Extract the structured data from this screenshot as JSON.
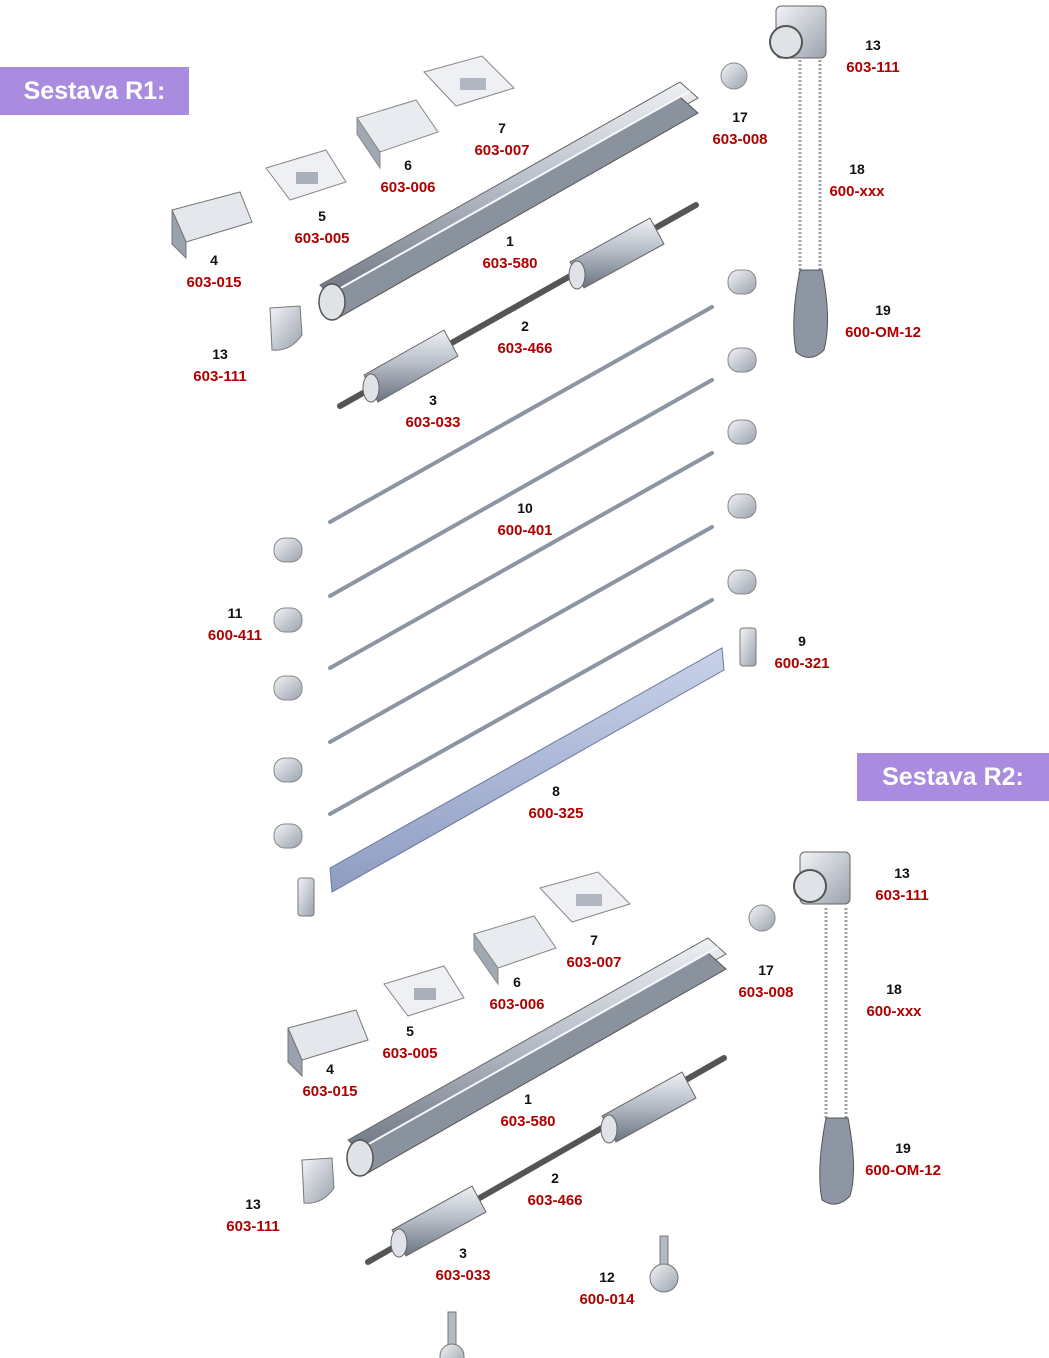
{
  "banners": {
    "r1": "Sestava R1:",
    "r2": "Sestava R2:"
  },
  "colors": {
    "banner": "#a98ce0",
    "code": "#b00000",
    "part": "#c9ced6",
    "part_dark": "#6e7682",
    "rail": "#aeb9d6"
  },
  "r1": {
    "p13a": {
      "num": "13",
      "code": "603-111"
    },
    "p17": {
      "num": "17",
      "code": "603-008"
    },
    "p18": {
      "num": "18",
      "code": "600-xxx"
    },
    "p19": {
      "num": "19",
      "code": "600-OM-12"
    },
    "p7": {
      "num": "7",
      "code": "603-007"
    },
    "p6": {
      "num": "6",
      "code": "603-006"
    },
    "p5": {
      "num": "5",
      "code": "603-005"
    },
    "p4": {
      "num": "4",
      "code": "603-015"
    },
    "p1": {
      "num": "1",
      "code": "603-580"
    },
    "p2": {
      "num": "2",
      "code": "603-466"
    },
    "p13b": {
      "num": "13",
      "code": "603-111"
    },
    "p3": {
      "num": "3",
      "code": "603-033"
    },
    "p10": {
      "num": "10",
      "code": "600-401"
    },
    "p11": {
      "num": "11",
      "code": "600-411"
    },
    "p9": {
      "num": "9",
      "code": "600-321"
    },
    "p8": {
      "num": "8",
      "code": "600-325"
    }
  },
  "r2": {
    "p13a": {
      "num": "13",
      "code": "603-111"
    },
    "p7": {
      "num": "7",
      "code": "603-007"
    },
    "p17": {
      "num": "17",
      "code": "603-008"
    },
    "p18": {
      "num": "18",
      "code": "600-xxx"
    },
    "p6": {
      "num": "6",
      "code": "603-006"
    },
    "p5": {
      "num": "5",
      "code": "603-005"
    },
    "p4": {
      "num": "4",
      "code": "603-015"
    },
    "p1": {
      "num": "1",
      "code": "603-580"
    },
    "p19": {
      "num": "19",
      "code": "600-OM-12"
    },
    "p2": {
      "num": "2",
      "code": "603-466"
    },
    "p13b": {
      "num": "13",
      "code": "603-111"
    },
    "p3": {
      "num": "3",
      "code": "603-033"
    },
    "p12": {
      "num": "12",
      "code": "600-014"
    }
  }
}
